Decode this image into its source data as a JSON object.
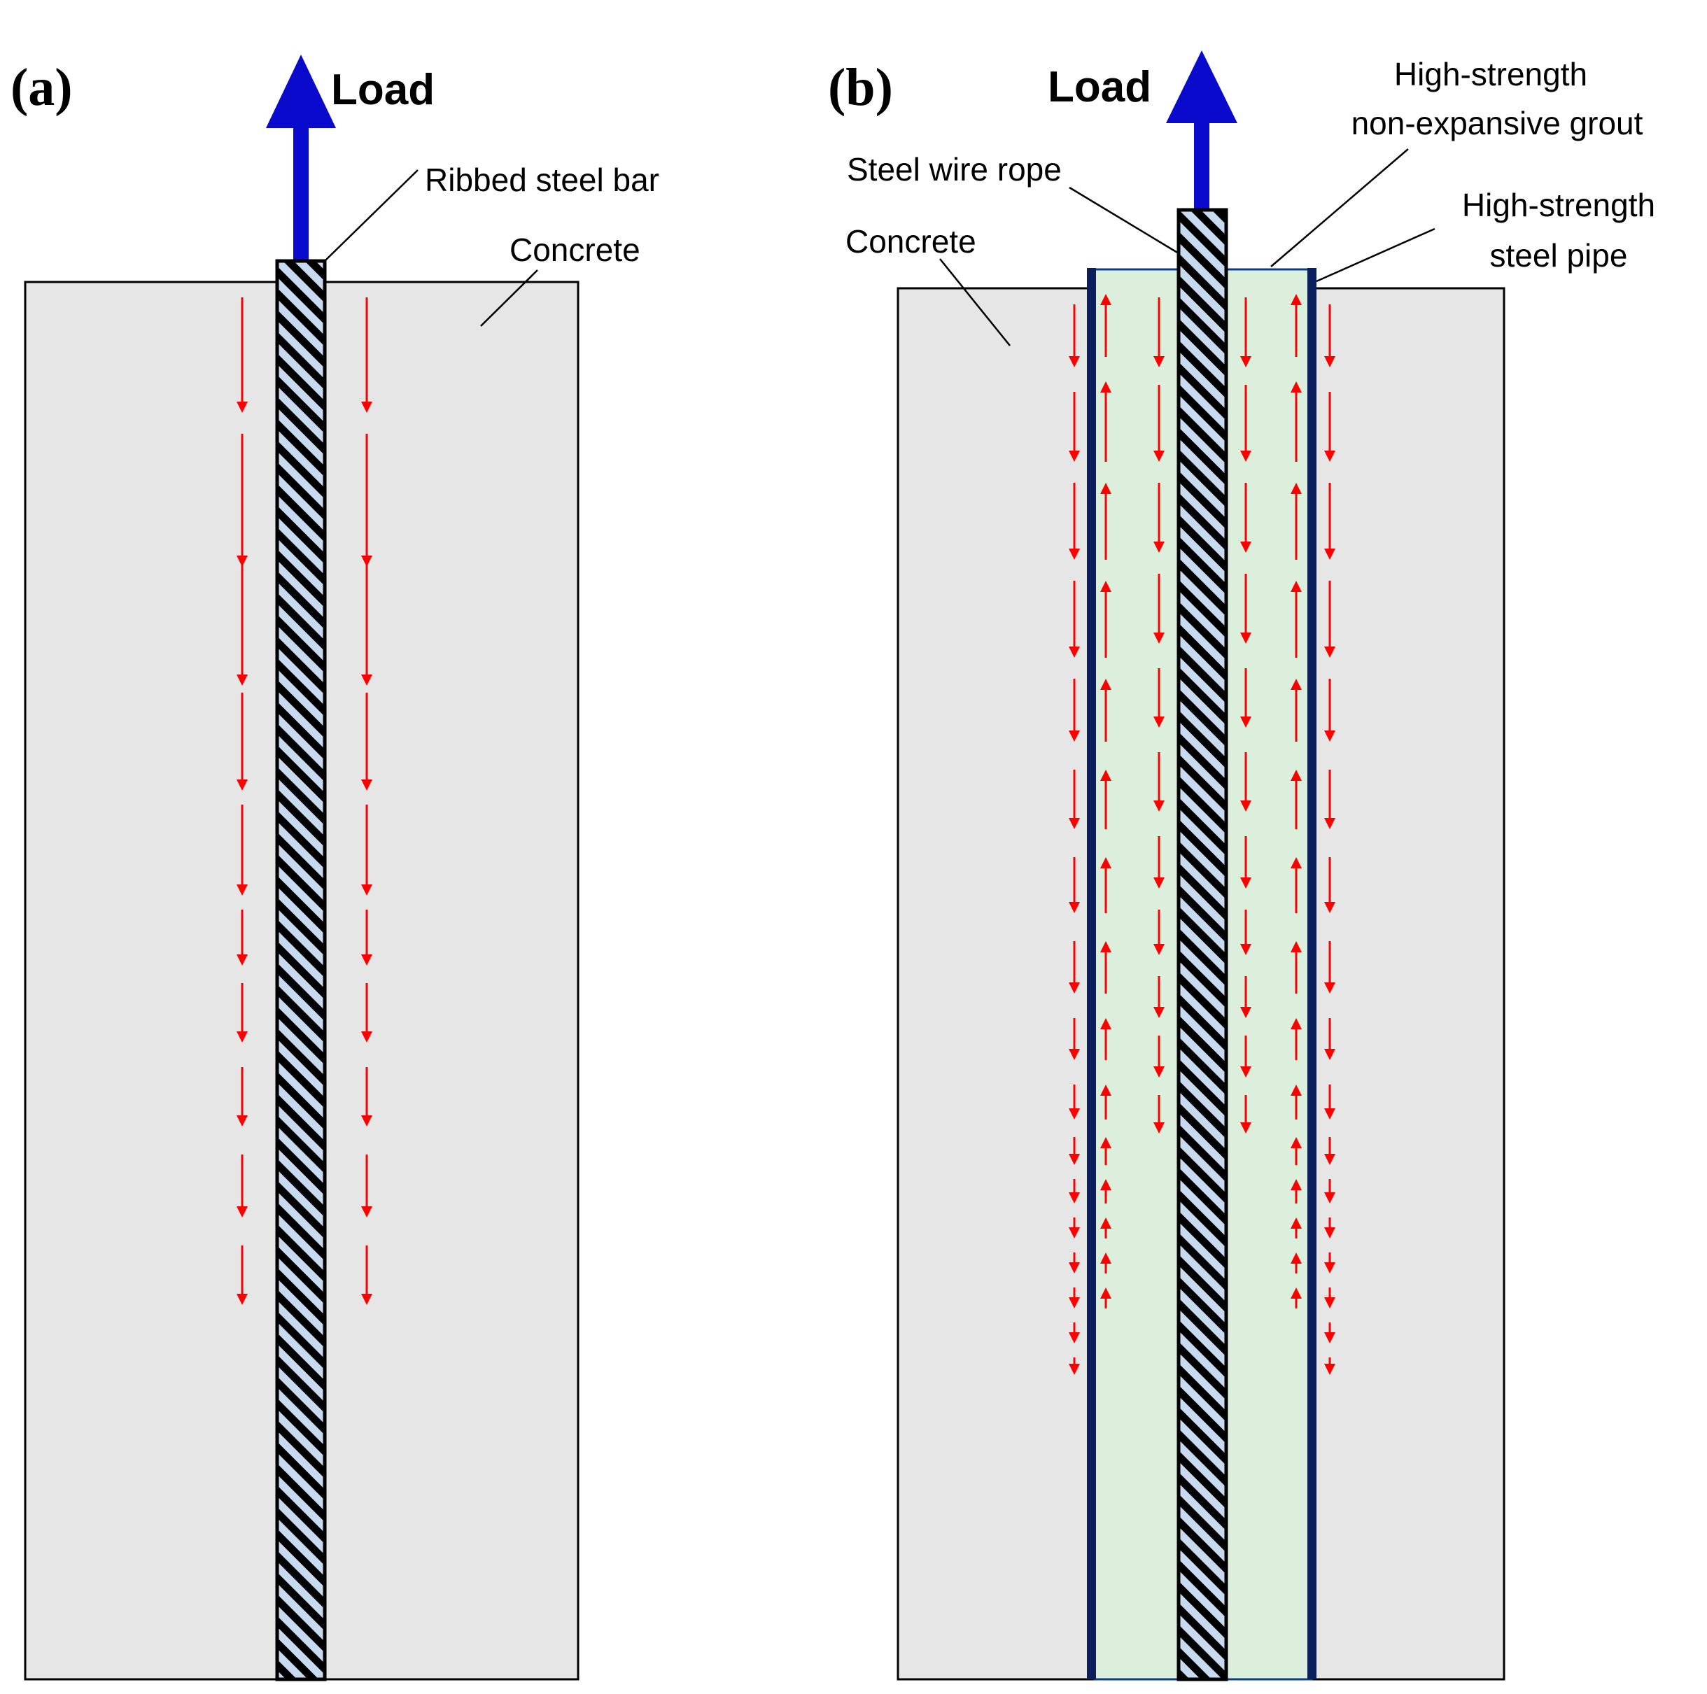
{
  "panels": [
    {
      "id": "a",
      "tag": "(a)",
      "load": "Load",
      "labels": {
        "bar": "Ribbed steel bar",
        "concrete": "Concrete"
      }
    },
    {
      "id": "b",
      "tag": "(b)",
      "load": "Load",
      "labels": {
        "rope": "Steel wire rope",
        "concrete": "Concrete",
        "grout_line1": "High-strength",
        "grout_line2": "non-expansive grout",
        "pipe_line1": "High-strength",
        "pipe_line2": "steel pipe"
      }
    }
  ],
  "colors": {
    "concrete": "#e6e6e6",
    "grout": "#dcefdc",
    "bar_fill": "#c8daf0",
    "bar_hatch": "#000000",
    "pipe": "#0a1f5c",
    "load_arrow": "#0a0acc",
    "stress_arrow": "#ff0000"
  },
  "stress_flow": {
    "panel_a": {
      "bar_side": "down"
    },
    "panel_b": {
      "concrete_side": "down",
      "pipe_grout_side": "up",
      "rope_side": "down"
    }
  }
}
